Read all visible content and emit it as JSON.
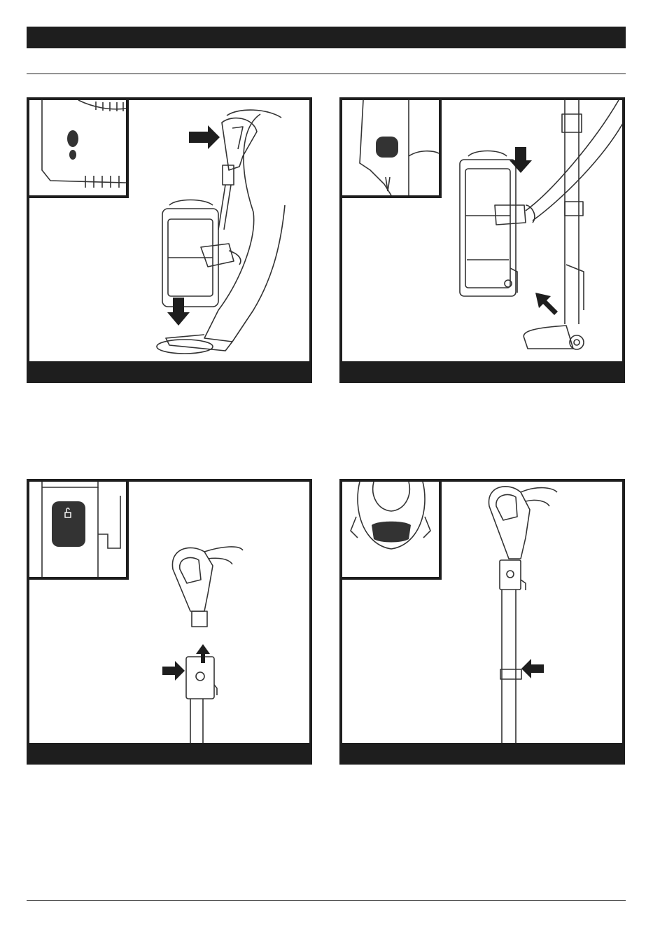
{
  "page": {
    "header_bar_color": "#1e1e1e",
    "line_color": "#333333"
  },
  "panels": [
    {
      "id": "step-1",
      "icons": [
        "footprint-icon",
        "arrow-right-icon",
        "arrow-down-icon"
      ]
    },
    {
      "id": "step-2",
      "icons": [
        "arrow-down-icon",
        "arrow-up-left-icon"
      ]
    },
    {
      "id": "step-3",
      "icons": [
        "unlock-icon",
        "arrow-right-icon",
        "arrow-up-icon"
      ]
    },
    {
      "id": "step-4",
      "icons": [
        "arrow-left-icon"
      ]
    }
  ]
}
